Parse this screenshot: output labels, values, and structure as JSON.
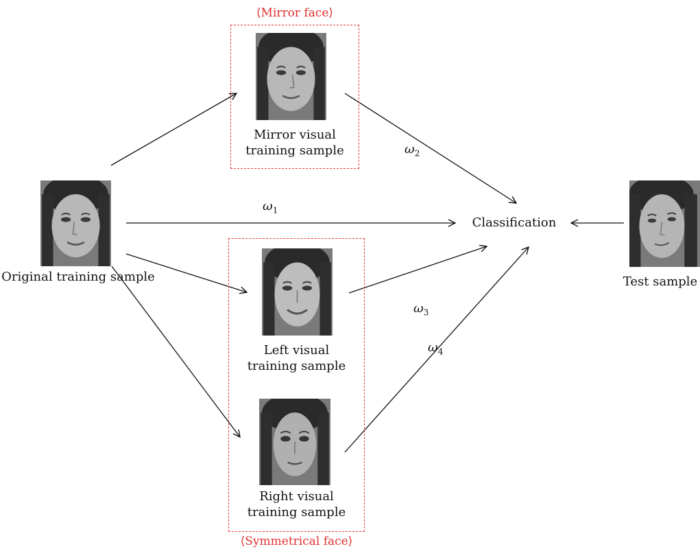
{
  "groups": {
    "mirror": "⟨Mirror face⟩",
    "symmetrical": "⟨Symmetrical face⟩"
  },
  "nodes": {
    "original": "Original training sample",
    "mirror_line1": "Mirror visual",
    "mirror_line2": "training sample",
    "left_line1": "Left visual",
    "left_line2": "training sample",
    "right_line1": "Right visual",
    "right_line2": "training sample",
    "classification": "Classification",
    "test": "Test sample"
  },
  "weights": {
    "w1": {
      "symbol": "ω",
      "sub": "1"
    },
    "w2": {
      "symbol": "ω",
      "sub": "2"
    },
    "w3": {
      "symbol": "ω",
      "sub": "3"
    },
    "w4": {
      "symbol": "ω",
      "sub": "4"
    }
  },
  "colors": {
    "group_border": "#e8383a",
    "group_label": "#e03030",
    "arrow": "#111111"
  }
}
